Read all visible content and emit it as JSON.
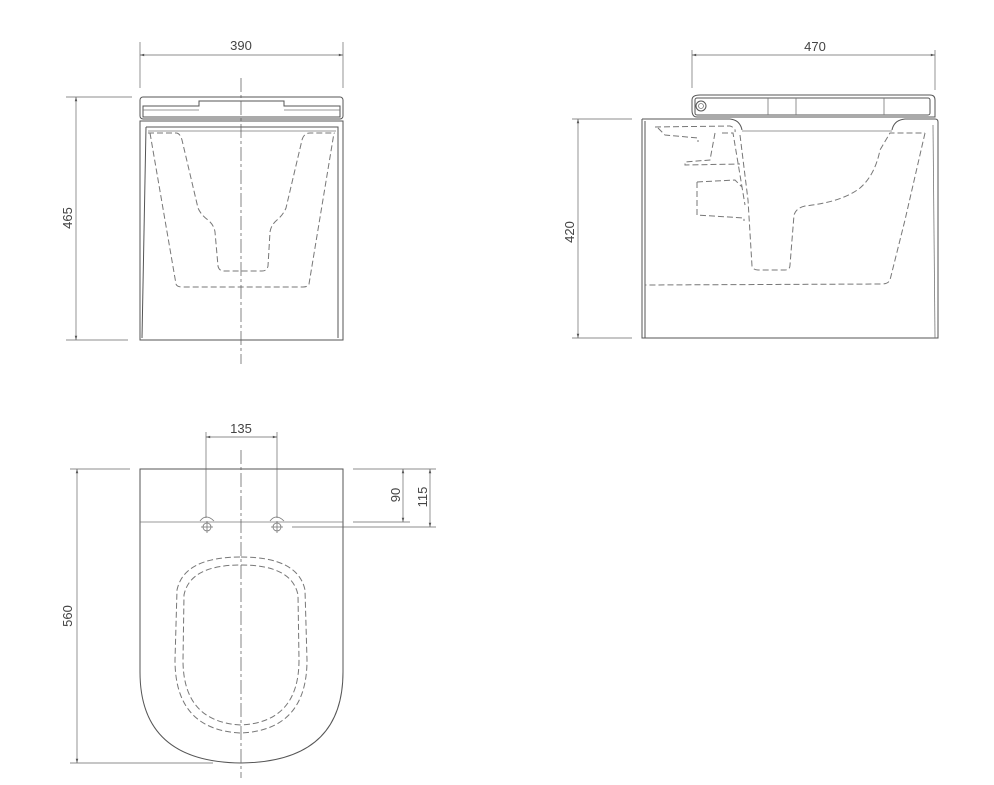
{
  "drawing": {
    "type": "technical-drawing",
    "units": "mm",
    "views": {
      "front": {
        "label": "front-view",
        "dimensions": {
          "width": "390",
          "height": "465"
        }
      },
      "side": {
        "label": "side-view",
        "dimensions": {
          "depth": "470",
          "height": "420"
        }
      },
      "top": {
        "label": "top-view",
        "dimensions": {
          "length": "560",
          "fixing_hole_spacing": "135",
          "hinge_offset_1": "90",
          "hinge_offset_2": "115"
        }
      }
    },
    "colors": {
      "line": "#555555",
      "background": "#ffffff"
    }
  }
}
